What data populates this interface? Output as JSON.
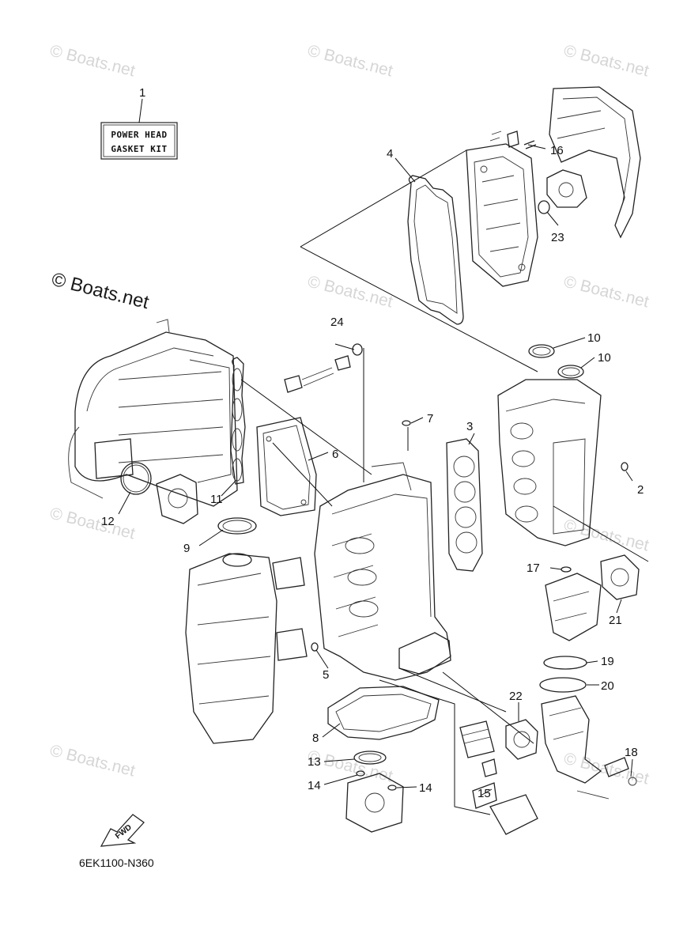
{
  "watermarks": {
    "small": "© Boats.net",
    "main": "© Boats.net"
  },
  "gasket_kit": {
    "line1": "POWER HEAD",
    "line2": "GASKET KIT"
  },
  "fwd_label": "FWD",
  "diagram_code": "6EK1100-N360",
  "callouts": {
    "c1": "1",
    "c2": "2",
    "c3": "3",
    "c4": "4",
    "c5": "5",
    "c6": "6",
    "c7": "7",
    "c8": "8",
    "c9": "9",
    "c10a": "10",
    "c10b": "10",
    "c11": "11",
    "c12": "12",
    "c13": "13",
    "c14a": "14",
    "c14b": "14",
    "c15": "15",
    "c16": "16",
    "c17": "17",
    "c18": "18",
    "c19": "19",
    "c20": "20",
    "c21": "21",
    "c22": "22",
    "c23": "23",
    "c24": "24"
  }
}
